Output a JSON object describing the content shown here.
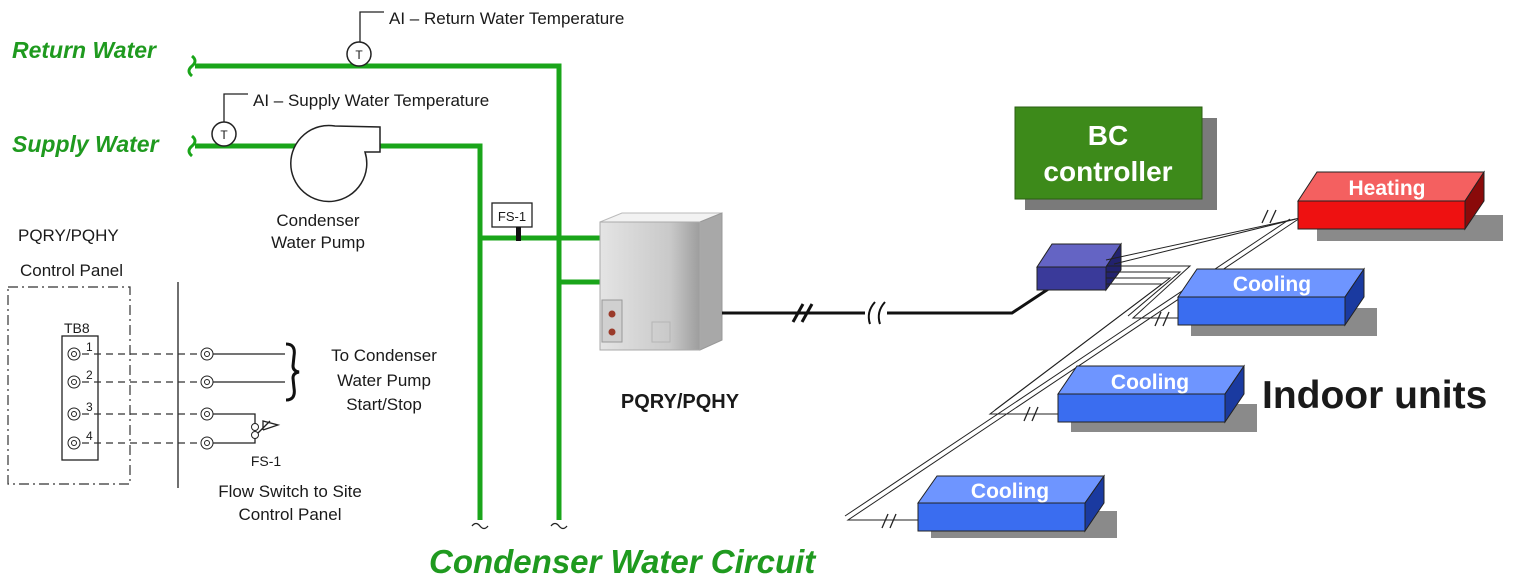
{
  "labels": {
    "ai_return": "AI – Return Water Temperature",
    "ai_supply": "AI – Supply Water Temperature",
    "return_water": "Return Water",
    "supply_water": "Supply Water",
    "pump_line1": "Condenser",
    "pump_line2": "Water Pump",
    "panel_line1": "PQRY/PQHY",
    "panel_line2": "Control Panel",
    "tb8": "TB8",
    "terminals": [
      "1",
      "2",
      "3",
      "4"
    ],
    "to_pump_line1": "To Condenser",
    "to_pump_line2": "Water Pump",
    "to_pump_line3": "Start/Stop",
    "fs1_switch": "FS-1",
    "fs1_box": "FS-1",
    "flow_switch_line1": "Flow Switch to Site",
    "flow_switch_line2": "Control Panel",
    "unit_label": "PQRY/PQHY",
    "circuit_title": "Condenser Water Circuit",
    "bc_line1": "BC",
    "bc_line2": "controller",
    "indoor_units": "Indoor units",
    "unit_heating": "Heating",
    "unit_cooling_1": "Cooling",
    "unit_cooling_2": "Cooling",
    "unit_cooling_3": "Cooling",
    "sensor_symbol": "T"
  },
  "colors": {
    "pipe_green": "#1aa51a",
    "title_green": "#1f9a1f",
    "bc_green": "#3d8a1a",
    "heating_red": "#ee1111",
    "cooling_blue": "#3a6df0",
    "bc_box_navy": "#3a3a9a"
  }
}
